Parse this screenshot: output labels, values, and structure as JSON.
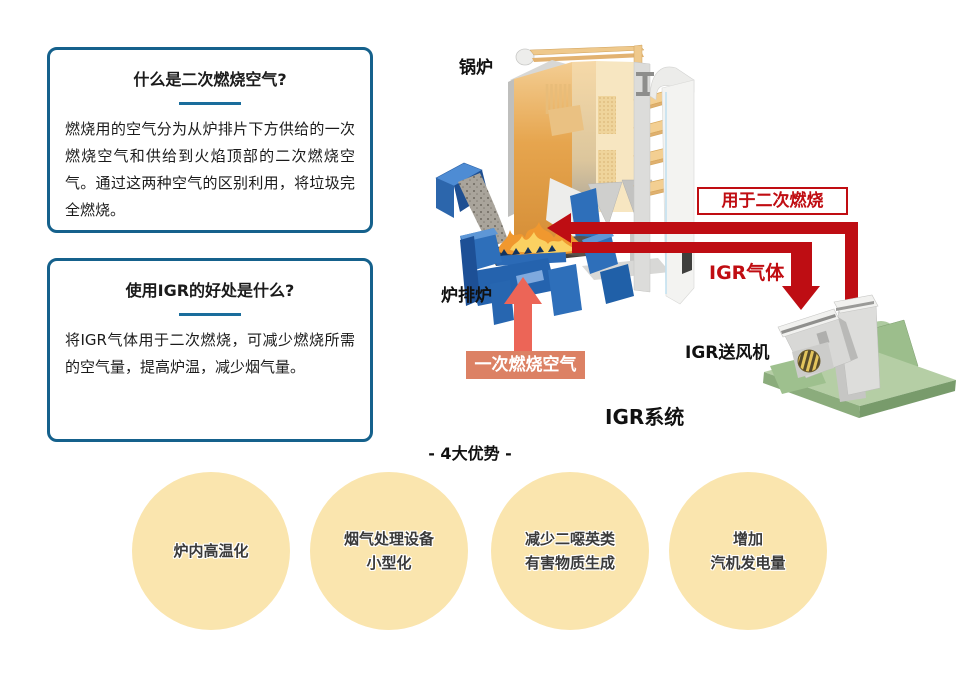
{
  "info_boxes": [
    {
      "title": "什么是二次燃烧空气?",
      "body": "燃烧用的空气分为从炉排片下方供给的一次燃烧空气和供给到火焰顶部的二次燃烧空气。通过这两种空气的区别利用，将垃圾完全燃烧。"
    },
    {
      "title": "使用IGR的好处是什么?",
      "body": "将IGR气体用于二次燃烧，可减少燃烧所需的空气量，提高炉温，减少烟气量。"
    }
  ],
  "diagram": {
    "boiler_label": "锅炉",
    "grate_label": "炉排炉",
    "primary_air_label": "一次燃烧空气",
    "secondary_label": "用于二次燃烧",
    "igr_gas_label": "IGR气体",
    "igr_fan_label": "IGR送风机",
    "system_label": "IGR系统"
  },
  "advantages": {
    "heading": "- 4大优势 -",
    "items": [
      {
        "line1": "炉内高温化",
        "line2": ""
      },
      {
        "line1": "烟气处理设备",
        "line2": "小型化"
      },
      {
        "line1": "减少二噁英类",
        "line2": "有害物质生成"
      },
      {
        "line1": "增加",
        "line2": "汽机发电量"
      }
    ]
  },
  "colors": {
    "accent_teal": "#15618C",
    "divider_teal": "#1A6D9C",
    "arrow_red": "#BE0D13",
    "label_red": "#C00D12",
    "primary_air_fill": "#DC8164",
    "primary_arrow": "#EC6557",
    "circle_fill": "#FAE5AE"
  }
}
